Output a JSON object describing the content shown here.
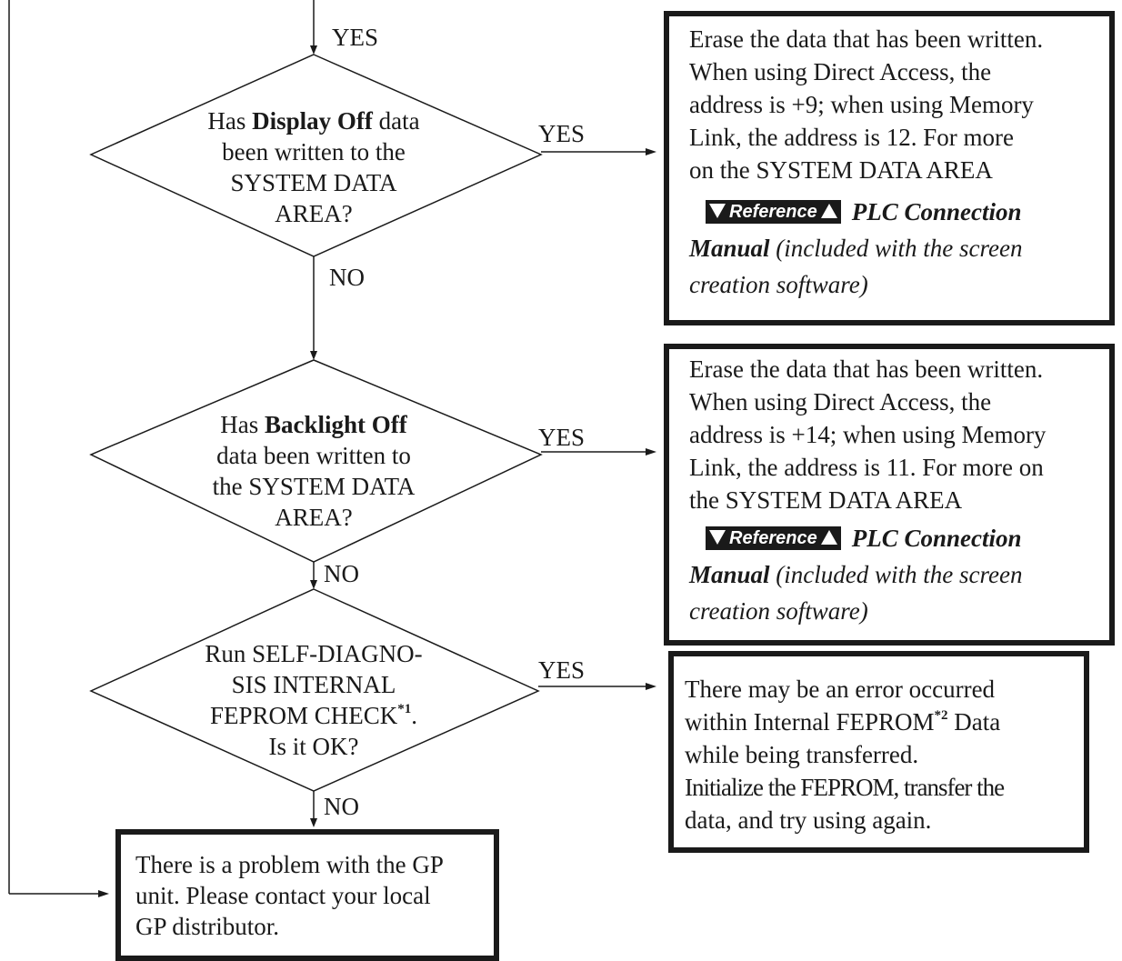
{
  "labels": {
    "yes_top": "YES",
    "yes1": "YES",
    "no1": "NO",
    "yes2": "YES",
    "no2": "NO",
    "yes3": "YES",
    "no3": "NO"
  },
  "decisions": {
    "d1": {
      "line1_pre": "Has ",
      "line1_bold": "Display Off",
      "line1_post": " data",
      "line2": "been written to the",
      "line3": "SYSTEM DATA",
      "line4": "AREA?"
    },
    "d2": {
      "line1_pre": "Has ",
      "line1_bold": "Backlight Off",
      "line2": "data been written to",
      "line3": "the SYSTEM DATA",
      "line4": "AREA?"
    },
    "d3": {
      "line1": "Run SELF-DIAGNO-",
      "line2": "SIS INTERNAL",
      "line3_pre": "FEPROM CHECK",
      "line3_sup": "*1",
      "line3_post": ".",
      "line4": "Is it OK?"
    }
  },
  "boxes": {
    "box1": {
      "lines": [
        "Erase the data that has been written.",
        "When using Direct Access, the",
        "address is +9; when using Memory",
        "Link, the address is 12.  For more",
        "on the SYSTEM DATA AREA"
      ],
      "ref_badge": "Reference",
      "ref_title": "PLC Connection",
      "ref_manual": "Manual",
      "ref_note1": " (included with the screen",
      "ref_note2": "creation software)"
    },
    "box2": {
      "lines": [
        "Erase the data that has been written.",
        "When using Direct Access, the",
        "address is +14; when using Memory",
        "Link, the address is 11.  For more on",
        "the SYSTEM DATA AREA"
      ],
      "ref_badge": "Reference",
      "ref_title": "PLC Connection",
      "ref_manual": "Manual",
      "ref_note1": " (included with the screen",
      "ref_note2": "creation software)"
    },
    "box3": {
      "line1": "There may be an error occurred",
      "line2_pre": "within Internal FEPROM",
      "line2_sup": "*2",
      "line2_post": " Data",
      "line3": "while being transferred.",
      "line4": "Initialize the FEPROM, transfer the",
      "line5": "data, and try using again."
    },
    "box4": {
      "lines": [
        "There is a problem with the GP",
        "unit.  Please contact your local",
        "GP distributor."
      ]
    }
  }
}
